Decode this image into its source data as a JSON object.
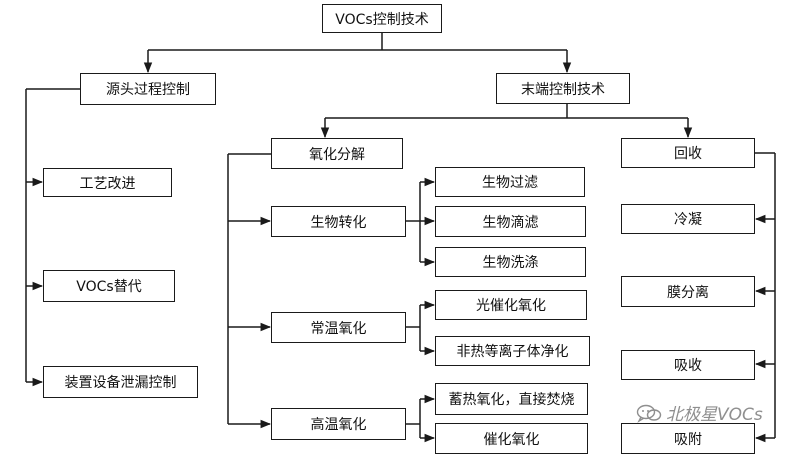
{
  "nodes": {
    "root": "VOCs控制技术",
    "source_control": "源头过程控制",
    "end_control": "末端控制技术",
    "process_improve": "工艺改进",
    "vocs_replace": "VOCs替代",
    "leak_control": "装置设备泄漏控制",
    "oxidation": "氧化分解",
    "recovery": "回收",
    "bio_conversion": "生物转化",
    "bio_filter": "生物过滤",
    "bio_trickle": "生物滴滤",
    "bio_wash": "生物洗涤",
    "normal_temp_oxidation": "常温氧化",
    "photocatalytic": "光催化氧化",
    "non_thermal_plasma": "非热等离子体净化",
    "high_temp_oxidation": "高温氧化",
    "regenerative": "蓄热氧化，直接焚烧",
    "catalytic": "催化氧化",
    "condensation": "冷凝",
    "membrane": "膜分离",
    "absorption": "吸收",
    "adsorption": "吸附"
  },
  "watermark": {
    "text": "北极星VOCs",
    "icon": "chat-bubble-icon"
  },
  "colors": {
    "line": "#1a1a1a",
    "box_border": "#1a1a1a",
    "watermark": "#8f8f8f"
  }
}
